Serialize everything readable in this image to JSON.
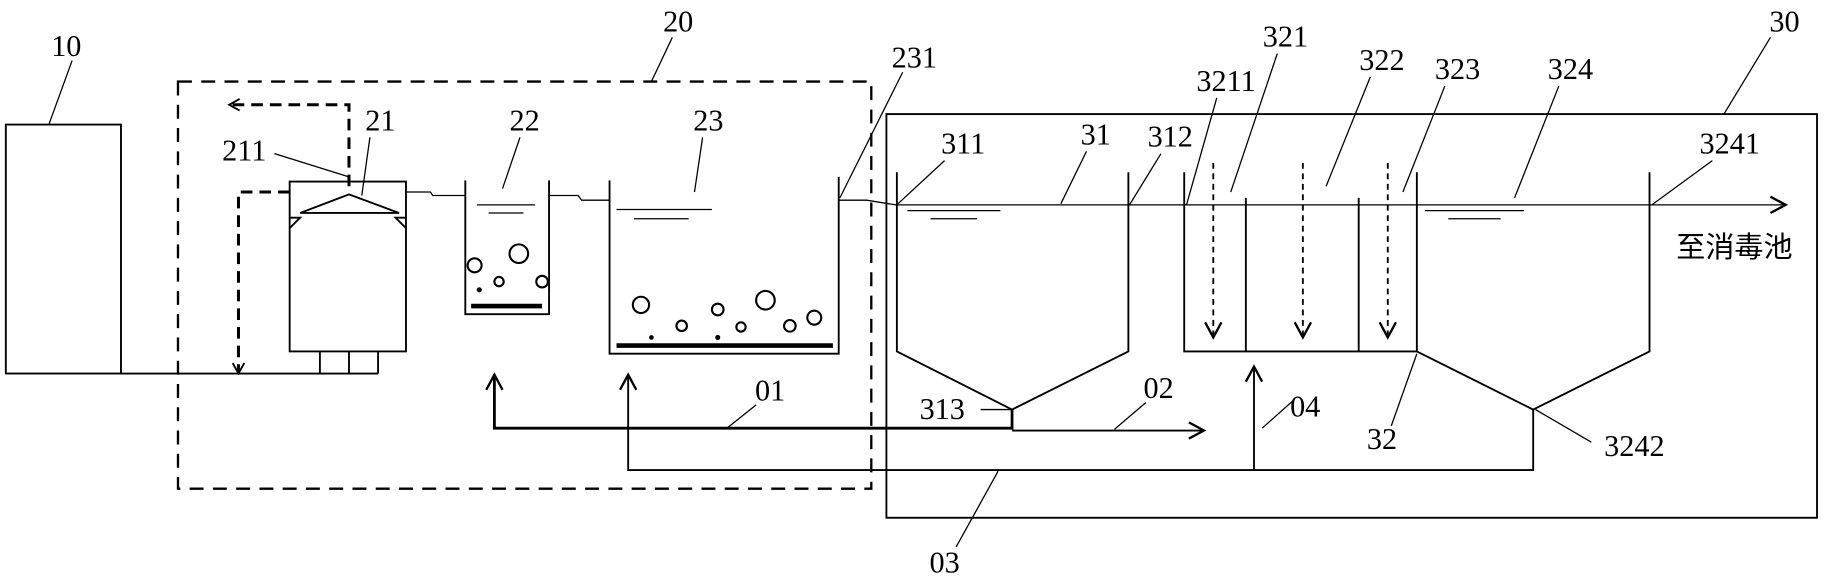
{
  "labels": {
    "n10": "10",
    "n20": "20",
    "n21": "21",
    "n211": "211",
    "n22": "22",
    "n23": "23",
    "n231": "231",
    "n30": "30",
    "n31": "31",
    "n311": "311",
    "n312": "312",
    "n313": "313",
    "n32": "32",
    "n321": "321",
    "n3211": "3211",
    "n322": "322",
    "n323": "323",
    "n324": "324",
    "n3241": "3241",
    "n3242": "3242",
    "n01": "01",
    "n02": "02",
    "n03": "03",
    "n04": "04"
  },
  "destination": "至消毒池"
}
